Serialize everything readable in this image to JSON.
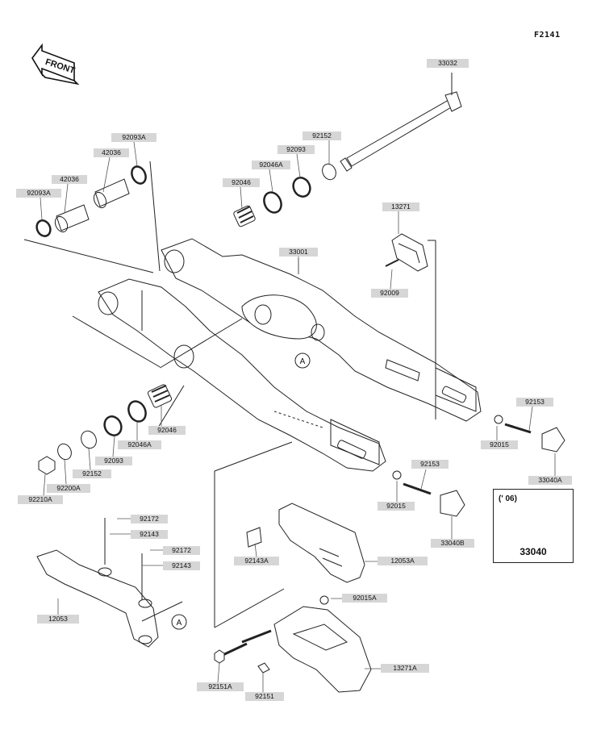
{
  "figure_code": "F2141",
  "front_label": "FRONT",
  "ref_marker": "A",
  "inset": {
    "year": "(' 06)",
    "part": "33040"
  },
  "parts": {
    "p33032": "33032",
    "p92152_top": "92152",
    "p92093_top": "92093",
    "p92046A_top": "92046A",
    "p92046_top": "92046",
    "p92093A_top": "92093A",
    "p42036_top": "42036",
    "p42036_mid": "42036",
    "p92093A_left": "92093A",
    "p13271": "13271",
    "p33001": "33001",
    "p92009": "92009",
    "p92153_right": "92153",
    "p92015_right": "92015",
    "p33040A": "33040A",
    "p92046_bot": "92046",
    "p92046A_bot": "92046A",
    "p92093_bot": "92093",
    "p92152_bot": "92152",
    "p92200A": "92200A",
    "p92210A": "92210A",
    "p92153_mid": "92153",
    "p92015_mid": "92015",
    "p33040B": "33040B",
    "p92172_a": "92172",
    "p92143_a": "92143",
    "p92172_b": "92172",
    "p92143_b": "92143",
    "p92143A": "92143A",
    "p12053A": "12053A",
    "p12053": "12053",
    "p92015A": "92015A",
    "p13271A": "13271A",
    "p92151A": "92151A",
    "p92151": "92151"
  }
}
